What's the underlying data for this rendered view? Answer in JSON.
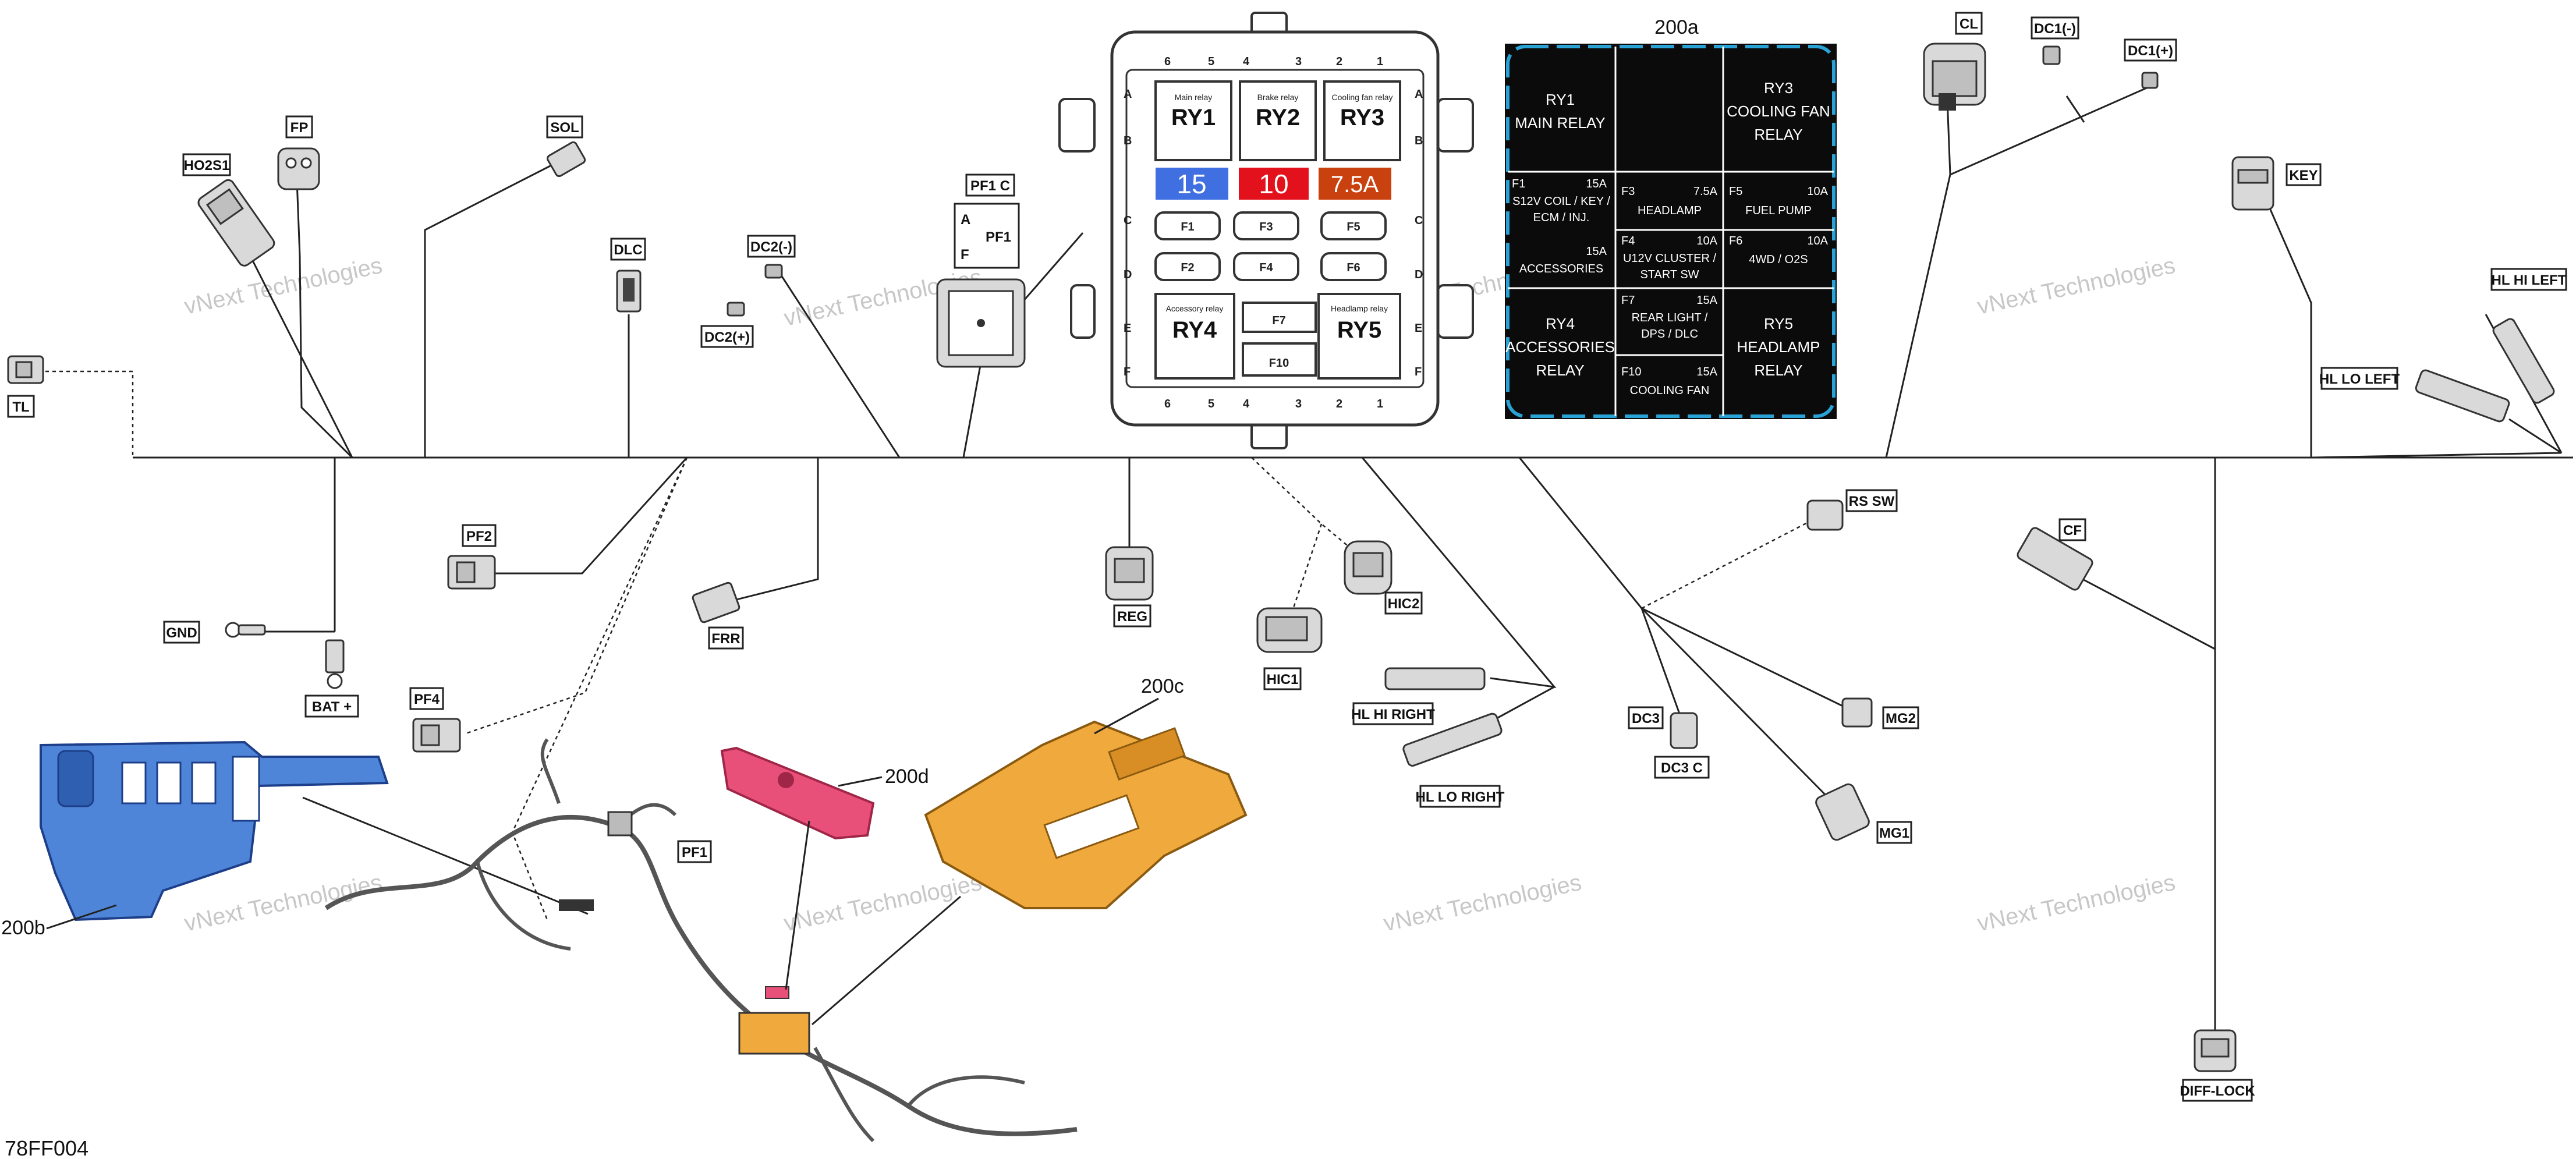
{
  "labels": {
    "TL": "TL",
    "HO2S1": "HO2S1",
    "FP": "FP",
    "SOL": "SOL",
    "DLC": "DLC",
    "DC2m": "DC2(-)",
    "DC2p": "DC2(+)",
    "PF1C": "PF1  C",
    "CL": "CL",
    "DC1m": "DC1(-)",
    "DC1p": "DC1(+)",
    "KEY": "KEY",
    "HLHILEFT": "HL HI LEFT",
    "HLLOLEFT": "HL LO LEFT",
    "PF2": "PF2",
    "GND": "GND",
    "BAT": "BAT +",
    "PF4": "PF4",
    "FRR": "FRR",
    "REG": "REG",
    "HIC2": "HIC2",
    "HIC1": "HIC1",
    "HLHIRIGHT": "HL HI RIGHT",
    "HLLORIGHT": "HL LO RIGHT",
    "RSSW": "RS  SW",
    "DC3": "DC3",
    "DC3C": "DC3  C",
    "CF": "CF",
    "MG2": "MG2",
    "MG1": "MG1",
    "DIFFLOCK": "DIFF-LOCK",
    "PF1": "PF1"
  },
  "pf1c_box": {
    "a": "A",
    "f": "F",
    "pf1": "PF1"
  },
  "callouts": {
    "c200a": "200a",
    "c200b": "200b",
    "c200c": "200c",
    "c200d": "200d"
  },
  "ref": "78FF004",
  "watermark": "vNext Technologies",
  "fusebox": {
    "cols_top": [
      "6",
      "5",
      "4",
      "3",
      "2",
      "1"
    ],
    "cols_bottom": [
      "6",
      "5",
      "4",
      "3",
      "2",
      "1"
    ],
    "rows_left": [
      "A",
      "B",
      "C",
      "D",
      "E",
      "F"
    ],
    "rows_right": [
      "A",
      "B",
      "C",
      "D",
      "E",
      "F"
    ],
    "ry1": {
      "small": "Main relay",
      "big": "RY1"
    },
    "ry2": {
      "small": "Brake relay",
      "big": "RY2"
    },
    "ry3": {
      "small": "Cooling fan relay",
      "big": "RY3"
    },
    "ry4": {
      "small": "Accessory relay",
      "big": "RY4"
    },
    "ry5": {
      "small": "Headlamp relay",
      "big": "RY5"
    },
    "fuse_blue": "15",
    "fuse_red": "10",
    "fuse_orange": "7.5A",
    "f1": "F1",
    "f2": "F2",
    "f3": "F3",
    "f4": "F4",
    "f5": "F5",
    "f6": "F6",
    "f7": "F7",
    "f10": "F10"
  },
  "panel": {
    "ry1_a": "RY1",
    "ry1_b": "MAIN RELAY",
    "ry3_a": "RY3",
    "ry3_b": "COOLING FAN",
    "ry3_c": "RELAY",
    "f1_a": "F1",
    "f1_b": "15A",
    "f1_c": "S12V COIL / KEY /",
    "f1_d": "ECM / INJ.",
    "f3_a": "F3",
    "f3_b": "7.5A",
    "f3_c": "HEADLAMP",
    "f5_a": "F5",
    "f5_b": "10A",
    "f5_c": "FUEL PUMP",
    "acc_a": "15A",
    "acc_b": "ACCESSORIES",
    "f4_a": "F4",
    "f4_b": "10A",
    "f4_c": "U12V CLUSTER /",
    "f4_d": "START SW",
    "f6_a": "F6",
    "f6_b": "10A",
    "f6_c": "4WD / O2S",
    "ry4_a": "RY4",
    "ry4_b": "ACCESSORIES",
    "ry4_c": "RELAY",
    "f7_a": "F7",
    "f7_b": "15A",
    "f7_c": "REAR LIGHT /",
    "f7_d": "DPS / DLC",
    "f10_a": "F10",
    "f10_b": "15A",
    "f10_c": "COOLING FAN",
    "ry5_a": "RY5",
    "ry5_b": "HEADLAMP",
    "ry5_c": "RELAY"
  },
  "colors": {
    "fuse_blue": "#3f6fe0",
    "fuse_red": "#e3111c",
    "fuse_orange": "#c8410f",
    "panel_bg": "#0b0b0b",
    "panel_border": "#29a3d6",
    "holder_blue": "#4f85d8",
    "tray_orange": "#f0a93c",
    "cover_pink": "#e8507a"
  }
}
